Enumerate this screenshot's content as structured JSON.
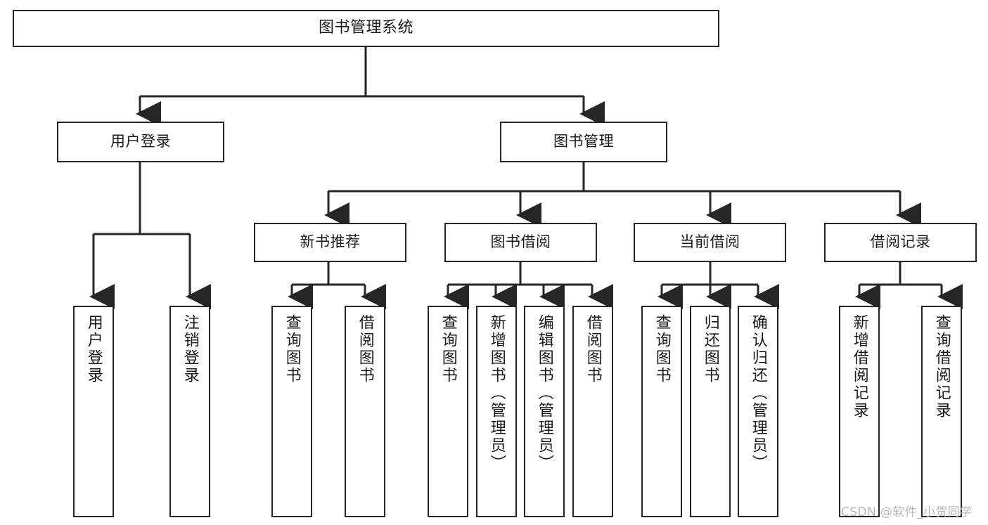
{
  "diagram": {
    "title": "图书管理系统",
    "type": "hierarchy-tree",
    "background_color": "#ffffff",
    "line_color": "#262626",
    "text_color": "#1a1a1a",
    "levels": 4,
    "root": {
      "label": "图书管理系统"
    },
    "level2": [
      {
        "label": "用户登录"
      },
      {
        "label": "图书管理"
      }
    ],
    "level3": [
      {
        "label": "新书推荐"
      },
      {
        "label": "图书借阅"
      },
      {
        "label": "当前借阅"
      },
      {
        "label": "借阅记录"
      }
    ],
    "leaves": [
      {
        "label": "用户登录",
        "parent": "用户登录"
      },
      {
        "label": "注销登录",
        "parent": "用户登录"
      },
      {
        "label": "查询图书",
        "parent": "新书推荐"
      },
      {
        "label": "借阅图书",
        "parent": "新书推荐"
      },
      {
        "label": "查询图书",
        "parent": "图书借阅"
      },
      {
        "label": "新增图书（管理员）",
        "parent": "图书借阅"
      },
      {
        "label": "编辑图书（管理员）",
        "parent": "图书借阅"
      },
      {
        "label": "借阅图书",
        "parent": "图书借阅"
      },
      {
        "label": "查询图书",
        "parent": "当前借阅"
      },
      {
        "label": "归还图书",
        "parent": "当前借阅"
      },
      {
        "label": "确认归还（管理员）",
        "parent": "当前借阅"
      },
      {
        "label": "新增借阅记录",
        "parent": "借阅记录"
      },
      {
        "label": "查询借阅记录",
        "parent": "借阅记录"
      }
    ]
  },
  "watermark": {
    "text": "CSDN @软件_小贺同学"
  }
}
